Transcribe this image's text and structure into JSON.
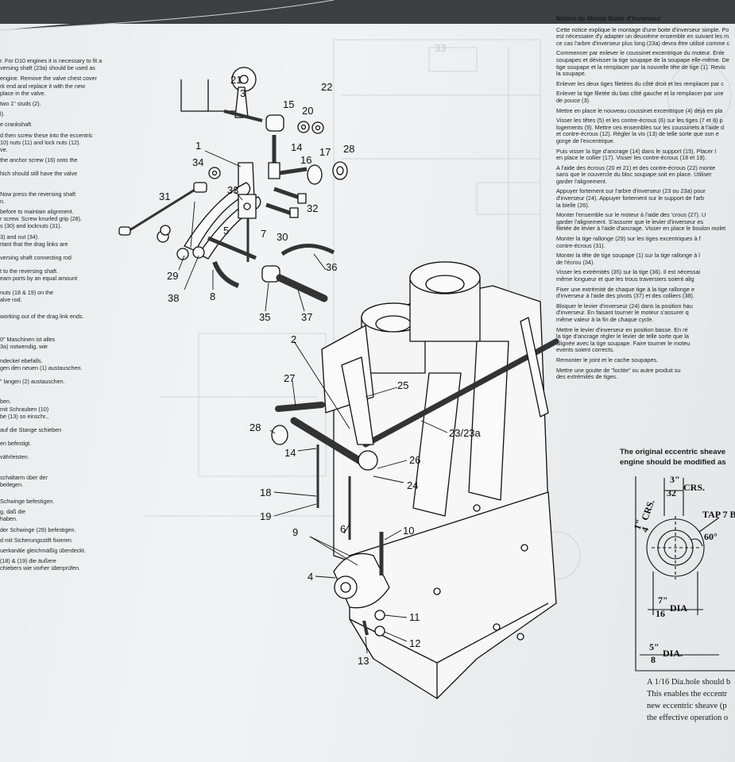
{
  "left_column": {
    "lines": [
      "r. For D10 engines it is necessary to fit a",
      "versing shaft (23a) should be used as",
      "",
      "engine. Remove the valve chest cover",
      "rk end and replace it with the new",
      "place in the valve.",
      "",
      "two 1\" studs (2).",
      "",
      "l).",
      "",
      "e crankshaft.",
      "",
      "d then screw these into the eccentric",
      "10) nuts (11) and lock nuts (12).",
      "ve.",
      "",
      "the anchor screw (16) onto the",
      "",
      "",
      "hich should still have the valve",
      "",
      "",
      "",
      "",
      "Now press the reversing shaft",
      "n.",
      "",
      "before to maintain alignment.",
      "r screw. Screw knurled grip (28).",
      "s (30) and locknuts (31).",
      "",
      "3) and nut (34).",
      "rtant that the drag links are",
      "",
      "",
      "versing shaft connecting rod",
      "",
      "",
      "t to the reversing shaft.",
      "eam ports by an equal amount",
      "",
      "",
      "nuts (18 & 19) on the",
      "alve rod.",
      "",
      "",
      "",
      "working out of the drag link ends.",
      "",
      "",
      "",
      "",
      "",
      "0\" Maschinen ist alles",
      "3a) notwendig, wie",
      "",
      "",
      "ndeckel ebefalls.",
      "gen den neuen (1) austauschen.",
      "",
      "",
      "\" langen (2) austauschen.",
      "",
      "",
      "",
      "",
      "ben.",
      "mit Schrauben (10)",
      "be (13) so einschr.,",
      "",
      "",
      "auf die Stange schieben",
      "",
      "",
      "en befestigt.",
      "",
      "",
      "vährleisten.",
      "",
      "",
      "",
      "",
      "schaltarm über der",
      "beilegen.",
      "",
      "",
      "",
      "Schwinge befestigen.",
      "",
      "g, daß die",
      " haben.",
      "",
      "der Schwinge (29) befestigen.",
      "",
      "d mit Sicherungsstift fixieren.",
      "",
      "uerkanäle gleichmäßig überdeckt.",
      "",
      "(18) & (19) die äußere",
      "chiebers wie vorher überprüfen."
    ]
  },
  "right_column": {
    "title": "Notice de Monte Boite d'Inverseur",
    "lines": [
      "Cette notice explique le montage d'une boite d'inverseur simple. Po",
      "est nécessaire d'y adapter un deuxième ensemble en suivant les m",
      "ce cas l'arbre d'inverseur plus long (23a) devra être utilisé comme c",
      "",
      "Commencer par enlever le coussinet excentrique du moteur. Enle",
      "soupapes et dévisser la tige soupape de la soupape elle-même. De",
      "tige soupape et la remplacer par la nouvelle tête de tige (1). Revis",
      "la soupape.",
      "",
      "Enlever les deux tiges filetées du côté droit et les remplacer par c",
      "",
      "Enlever la tige filetée du bas côté gauche et la remplacer par une",
      "de pouce (3).",
      "",
      "Mettre en place le nouveau coussinet excentrique (4) déjà en pla",
      "",
      "Visser les têtes (5) et les contre-écrous (6) sur les tiges (7 et 8) p",
      "logements (9). Mettre ces ensembles sur les coussinets à l'aide d",
      "et contre-écrous (12). Régler la vis (13) de telle sorte que son e",
      "gorge de l'excentrique.",
      "",
      "Puis visser la tige d'ancrage (14) dans le support (15). Placer l",
      "en place le collier (17). Visser les contre-écrous (18 et 19).",
      "",
      "A l'aide des écrous (20 et 21) et des contre-écrous (22) monte",
      "sans que le couvercle du bloc soupape soit en place. Utiliser",
      "garder l'alignement.",
      "",
      "Appuyer fortement sur l'arbre d'inverseur (23 ou 23a) pour",
      "d'inverseur (24). Appuyer fortement sur le support de l'arb",
      "la bielle (26).",
      "",
      "Monter l'ensemble sur le moteur à l'aide des 'crous (27). U",
      "garder l'alignement. S'assurer que le levier d'inverseur es",
      "filetée de levier à l'aide d'ancrage. Visser en place le boulon molet",
      "",
      "Monter la tige rallonge (29) sur les tiges excentriques à l'",
      "contre-écrous (31).",
      "",
      "Monter la tête de tige soupape (1) sur la tige rallonge à l",
      "de l'écrou (34).",
      "",
      "Visser les extrémités (35) sur la tige (36). Il est nécessai",
      "même longueur et que les trous traversiers soient alig",
      "",
      "Fixer une extrémité de chaque tige à la tige rallonge e",
      "d'inverseur à l'aide des pivots (37) et des colliers (38).",
      "",
      "Bloquer le levier d'inverseur (24) dans la position hau",
      "d'inverseur. En faisant tourner le moteur s'assurer q",
      "même valeur à la fin de chaque cycle.",
      "",
      "Mettre le levier d'inverseur en position basse. En ré",
      "la tige d'ancrage régler le levier de telle sorte que la",
      "alignée avec la tige soupape. Faire tourner le moteu",
      "events soient corrects.",
      "",
      "Remonter le joint et le cache soupapes.",
      "",
      "Mettre une goutte de \"loctite\" ou autre produit su",
      "des extrémités de tiges."
    ]
  },
  "bottom_right": {
    "heading_1": "The original eccentric sheave",
    "heading_2": "engine should be modified as",
    "dim_crs": "CRS.",
    "dim_tap": "TAP 7 B",
    "dim_angle": "60°",
    "dim_side_crs": "CRS.",
    "dim_dia1": "DIA",
    "dim_dia2": "DIA.",
    "frac_3_32": [
      "3\"",
      "32"
    ],
    "frac_1_4": [
      "1\"",
      "4"
    ],
    "frac_7_16": [
      "7\"",
      "16"
    ],
    "frac_5_8": [
      "5\"",
      "8"
    ],
    "note_lines": [
      "A 1/16 Dia.hole should b",
      "This enables the eccentr",
      "new eccentric sheave (p",
      "the effective operation o"
    ]
  },
  "diagram_labels": {
    "l1": "1",
    "l2": "2",
    "l3": "3",
    "l4": "4",
    "l5": "5",
    "l6": "6",
    "l7": "7",
    "l8": "8",
    "l9": "9",
    "l10": "10",
    "l11": "11",
    "l12": "12",
    "l13": "13",
    "l14a": "14",
    "l14b": "14",
    "l15": "15",
    "l16": "16",
    "l17": "17",
    "l18": "18",
    "l19": "19",
    "l20": "20",
    "l21": "21",
    "l22": "22",
    "l23": "23/23a",
    "l24": "24",
    "l25": "25",
    "l26": "26",
    "l27": "27",
    "l28a": "28",
    "l28b": "28",
    "l29": "29",
    "l30": "30",
    "l31": "31",
    "l32": "32",
    "l33": "33",
    "l34": "34",
    "l35": "35",
    "l36": "36",
    "l37": "37",
    "l38": "38",
    "faint_33": "33"
  },
  "colors": {
    "ink": "#111111",
    "paper": "#eceff0",
    "background": "#3e3f41"
  }
}
